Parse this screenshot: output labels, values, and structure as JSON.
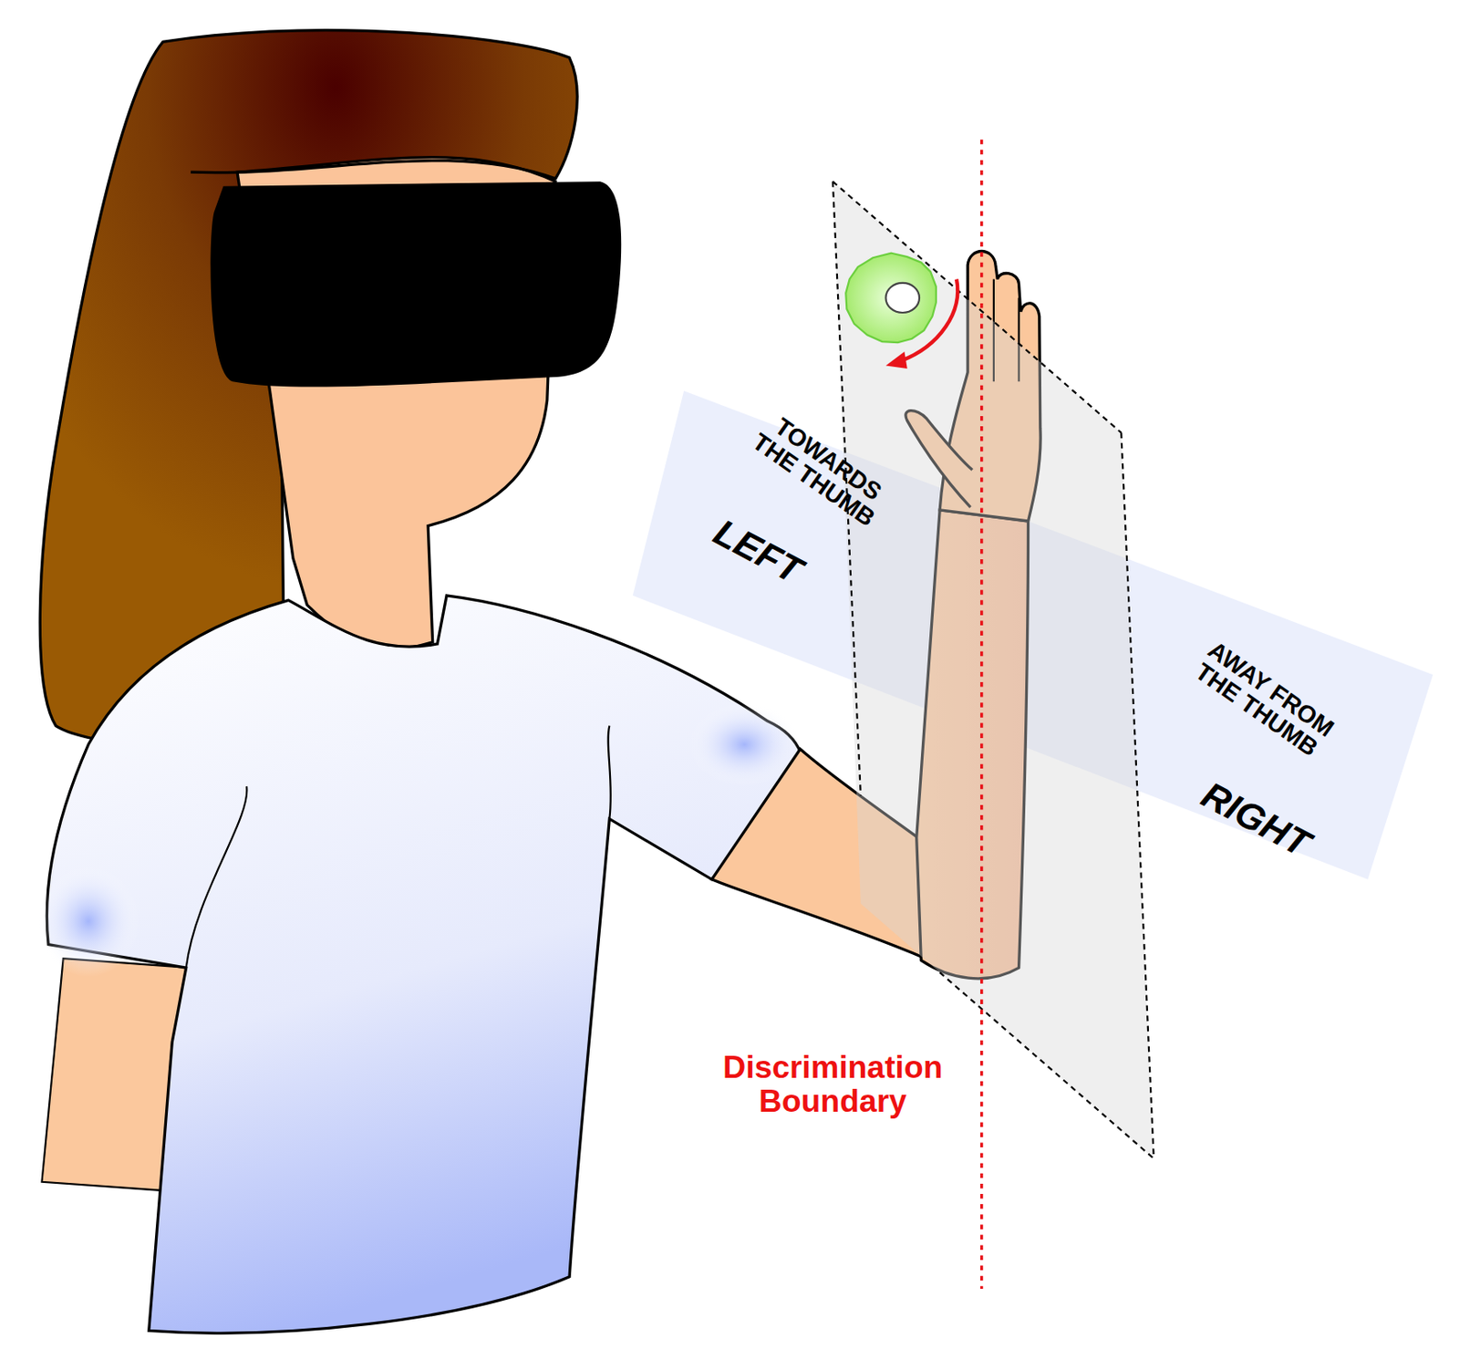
{
  "diagram": {
    "labels": [
      "TOWARDS THE THUMB",
      "LEFT",
      "AWAY FROM THE THUMB",
      "RIGHT",
      "Discrimination Boundary"
    ]
  }
}
